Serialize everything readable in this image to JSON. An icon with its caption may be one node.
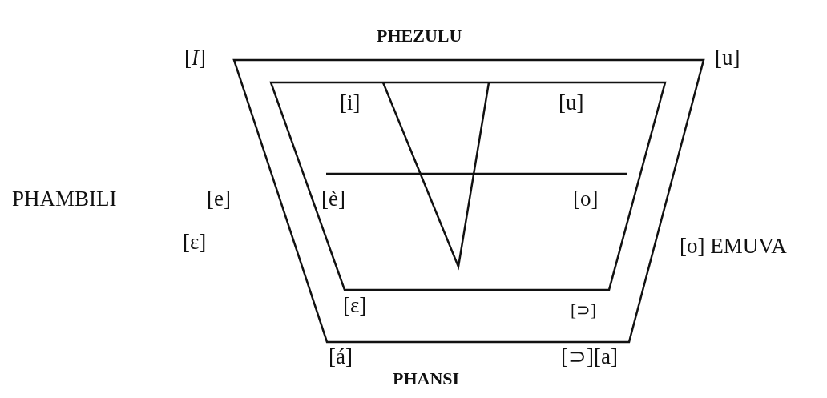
{
  "diagram": {
    "labels": [
      "PHEZULU",
      "[*I*]",
      "[u]",
      "[i]",
      "[u]",
      "PHAMBILI",
      "[e]",
      "[è]",
      "[o]",
      "[ε]",
      "[o] EMUVA",
      "[ε]",
      "[⊃]",
      "[á]",
      "[⊃][a]",
      "PHANSI"
    ]
  }
}
